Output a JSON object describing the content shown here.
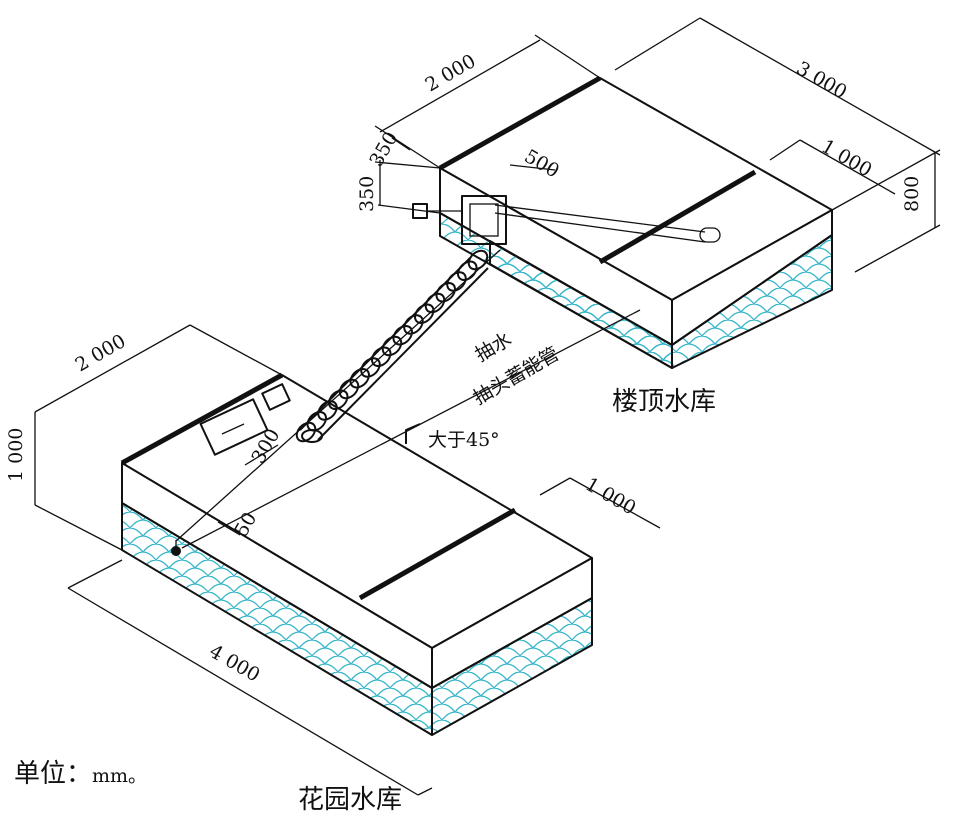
{
  "labels": {
    "upper_reservoir": "楼顶水库",
    "lower_reservoir": "花园水库",
    "pump": "抽水",
    "pipe": "抽头蓄能管",
    "angle": "大于45°",
    "unit_prefix": "单位：",
    "unit_value": "mm。"
  },
  "dimensions": {
    "upper_width": "2 000",
    "upper_length": "3 000",
    "upper_offset": "1 000",
    "upper_height": "800",
    "upper_inlet": "500",
    "gap_top": "350",
    "gap_side": "350",
    "lower_width": "2 000",
    "lower_length": "4 000",
    "lower_height": "1 000",
    "lower_offset": "1 000",
    "lower_300": "300",
    "lower_50": "50"
  },
  "colors": {
    "water_line": "#35b6c8",
    "edge": "#111111",
    "background": "#ffffff"
  }
}
